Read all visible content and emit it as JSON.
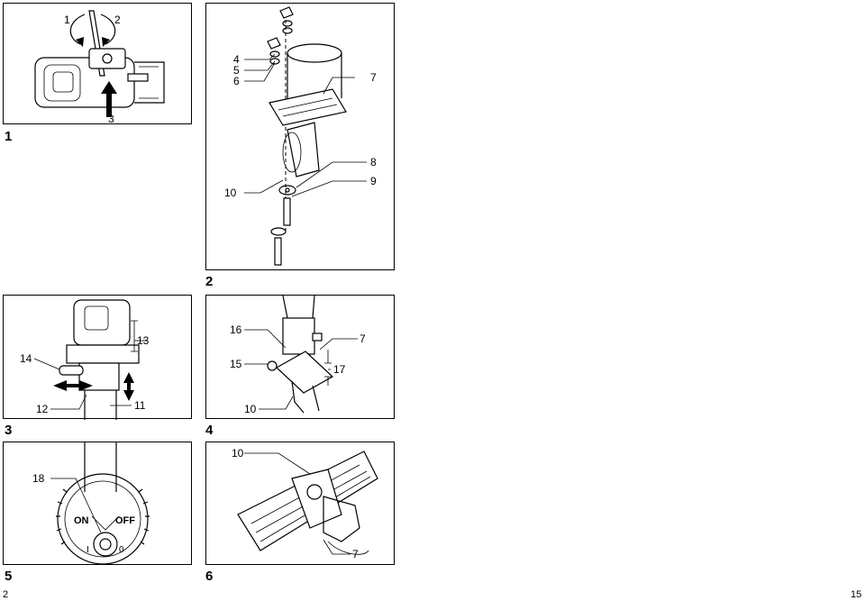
{
  "figures": {
    "fig1": {
      "number": "1",
      "labels": [
        "1",
        "2",
        "3"
      ]
    },
    "fig2": {
      "number": "2",
      "labels": [
        "4",
        "5",
        "6",
        "7",
        "8",
        "9",
        "10"
      ]
    },
    "fig3": {
      "number": "3",
      "labels": [
        "13",
        "14",
        "11",
        "12"
      ]
    },
    "fig4": {
      "number": "4",
      "labels": [
        "16",
        "7",
        "15",
        "17",
        "10"
      ]
    },
    "fig5": {
      "number": "5",
      "labels": [
        "18",
        "ON",
        "OFF",
        "I",
        "0"
      ]
    },
    "fig6": {
      "number": "6",
      "labels": [
        "10",
        "7"
      ]
    }
  },
  "page": {
    "left_number": "2",
    "right_number": "15"
  }
}
